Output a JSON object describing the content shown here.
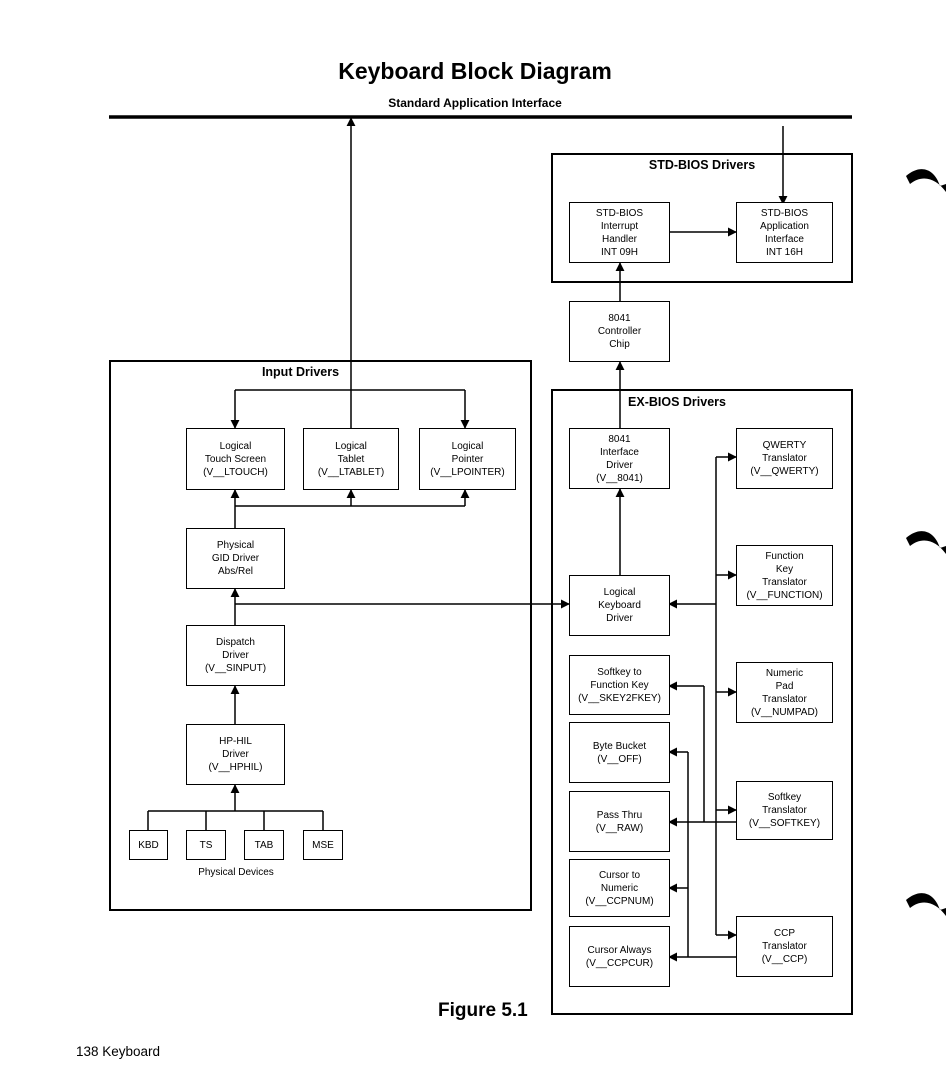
{
  "title": "Keyboard Block Diagram",
  "subtitle": "Standard Application Interface",
  "figure_caption": "Figure 5.1",
  "footer": "138   Keyboard",
  "groups": {
    "std_bios": "STD-BIOS Drivers",
    "input": "Input Drivers",
    "ex_bios": "EX-BIOS Drivers"
  },
  "boxes": {
    "std_int09": "STD-BIOS\nInterrupt\nHandler\nINT 09H",
    "std_int16": "STD-BIOS\nApplication\nInterface\nINT 16H",
    "controller_8041": "8041\nController\nChip",
    "logical_touch": "Logical\nTouch Screen\n(V__LTOUCH)",
    "logical_tablet": "Logical\nTablet\n(V__LTABLET)",
    "logical_pointer": "Logical\nPointer\n(V__LPOINTER)",
    "physical_gid": "Physical\nGID Driver\nAbs/Rel",
    "dispatch": "Dispatch\nDriver\n(V__SINPUT)",
    "hphil": "HP-HIL\nDriver\n(V__HPHIL)",
    "kbd": "KBD",
    "ts": "TS",
    "tab": "TAB",
    "mse": "MSE",
    "interface_8041": "8041\nInterface\nDriver\n(V__8041)",
    "logical_keyboard": "Logical\nKeyboard\nDriver",
    "softkey_to_fkey": "Softkey to\nFunction Key\n(V__SKEY2FKEY)",
    "byte_bucket": "Byte Bucket\n(V__OFF)",
    "pass_thru": "Pass Thru\n(V__RAW)",
    "cursor_numeric": "Cursor to\nNumeric\n(V__CCPNUM)",
    "cursor_always": "Cursor Always\n(V__CCPCUR)",
    "qwerty": "QWERTY\nTranslator\n(V__QWERTY)",
    "function_key": "Function\nKey\nTranslator\n(V__FUNCTION)",
    "numeric_pad": "Numeric\nPad\nTranslator\n(V__NUMPAD)",
    "softkey_translator": "Softkey\nTranslator\n(V__SOFTKEY)",
    "ccp_translator": "CCP\nTranslator\n(V__CCP)"
  },
  "physical_devices_label": "Physical Devices"
}
